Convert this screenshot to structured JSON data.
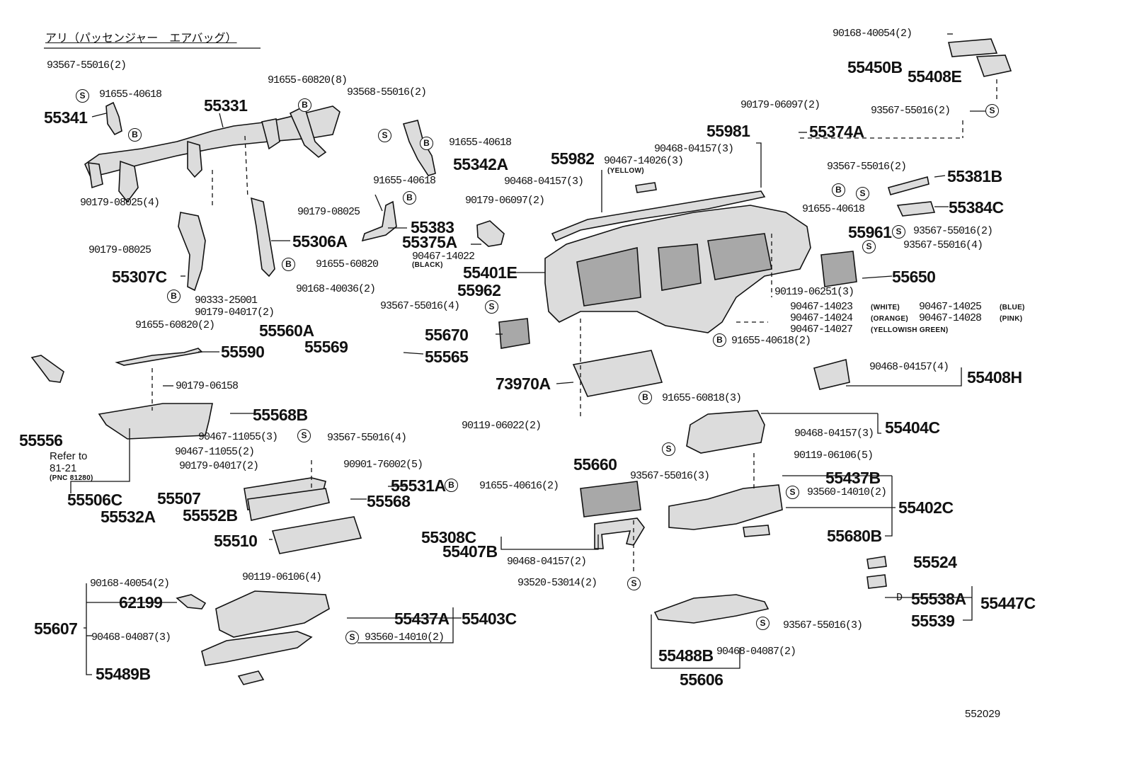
{
  "header": {
    "title": "アリ（パッセンジャー　エアバッグ）"
  },
  "figure_number": "552029",
  "symbols": {
    "screw": "S",
    "bolt": "B",
    "clip": "D"
  },
  "notes": {
    "refer_line1": "Refer to",
    "refer_line2": "81-21",
    "refer_line3": "(PNC 81280)",
    "black": "(BLACK)",
    "yellow": "(YELLOW)",
    "white": "(WHITE)",
    "orange": "(ORANGE)",
    "yellowish_green": "(YELLOWISH GREEN)",
    "blue": "(BLUE)",
    "pink": "(PINK)"
  },
  "parts": [
    "93567-55016(2)",
    "91655-40618",
    "55341",
    "55331",
    "91655-60820(8)",
    "93568-55016(2)",
    "91655-40618",
    "55342A",
    "90179-08025(4)",
    "91655-40618",
    "90179-08025",
    "55383",
    "55306A",
    "90179-08025",
    "55307C",
    "91655-60820",
    "90333-25001",
    "90179-04017(2)",
    "91655-60820(2)",
    "90168-40036(2)",
    "55560A",
    "55569",
    "55565",
    "55590",
    "90179-06158",
    "55556",
    "55568B",
    "90467-11055(3)",
    "93567-55016(4)",
    "90467-11055(2)",
    "90179-04017(2)",
    "90901-76002(5)",
    "55506C",
    "55507",
    "55531A",
    "91655-40616(2)",
    "55532A",
    "55552B",
    "55568",
    "55510",
    "55308C",
    "55660",
    "55407B",
    "90468-04157(2)",
    "93520-53014(2)",
    "90168-40054(2)",
    "90119-06106(4)",
    "62199",
    "55437A",
    "55403C",
    "55607",
    "90468-04087(3)",
    "93560-14010(2)",
    "55489B",
    "55982",
    "90468-04157(3)",
    "90179-06097(2)",
    "55375A",
    "90467-14022",
    "55401E",
    "55962",
    "93567-55016(4)",
    "55670",
    "73970A",
    "91655-60818(3)",
    "90119-06022(2)",
    "90179-06097(2)",
    "55981",
    "90468-04157(3)",
    "90467-14026(3)",
    "55374A",
    "90168-40054(2)",
    "55450B",
    "55408E",
    "93567-55016(2)",
    "93567-55016(2)",
    "55381B",
    "91655-40618",
    "55384C",
    "55961",
    "93567-55016(2)",
    "93567-55016(4)",
    "55650",
    "90119-06251(3)",
    "90467-14023",
    "90467-14024",
    "90467-14027",
    "90467-14025",
    "90467-14028",
    "91655-40618(2)",
    "90468-04157(4)",
    "55408H",
    "90468-04157(3)",
    "55404C",
    "90119-06106(5)",
    "93567-55016(3)",
    "55437B",
    "93560-14010(2)",
    "55402C",
    "55680B",
    "55524",
    "55538A",
    "55447C",
    "55539",
    "93567-55016(3)",
    "55488B",
    "90468-04087(2)",
    "55606"
  ]
}
